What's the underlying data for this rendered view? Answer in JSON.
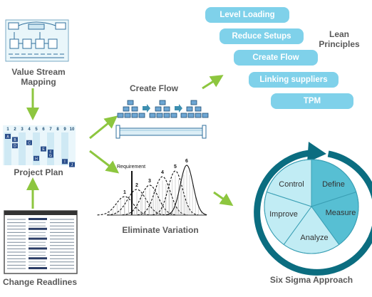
{
  "left": {
    "value_stream_line1": "Value Stream",
    "value_stream_line2": "Mapping",
    "project_plan": "Project Plan",
    "change_readlines": "Change Readlines",
    "plan_numbers": [
      "1",
      "2",
      "3",
      "4",
      "5",
      "6",
      "7",
      "8",
      "9",
      "10"
    ],
    "plan_letters": [
      "A",
      "B",
      "C",
      "D",
      "E",
      "F",
      "G",
      "H",
      "I",
      "J"
    ]
  },
  "middle": {
    "create_flow": "Create Flow",
    "eliminate_variation": "Eliminate Variation",
    "requirement": "Requirement",
    "curve_numbers": [
      "1",
      "2",
      "3",
      "4",
      "5",
      "6"
    ]
  },
  "lean": {
    "title_line1": "Lean",
    "title_line2": "Principles",
    "pills": [
      "Level Loading",
      "Reduce Setups",
      "Create Flow",
      "Linking suppliers",
      "TPM"
    ]
  },
  "six_sigma": {
    "title": "Six Sigma Approach",
    "segments": [
      "Control",
      "Define",
      "Measure",
      "Analyze",
      "Improve"
    ]
  },
  "colors": {
    "pill": "#7fd1ea",
    "arrow_green": "#8dc63f",
    "pie_dark": "#57bfd3",
    "pie_light": "#c1ecf4",
    "cycle_arrow": "#0b6d80",
    "label_gray": "#595959"
  }
}
